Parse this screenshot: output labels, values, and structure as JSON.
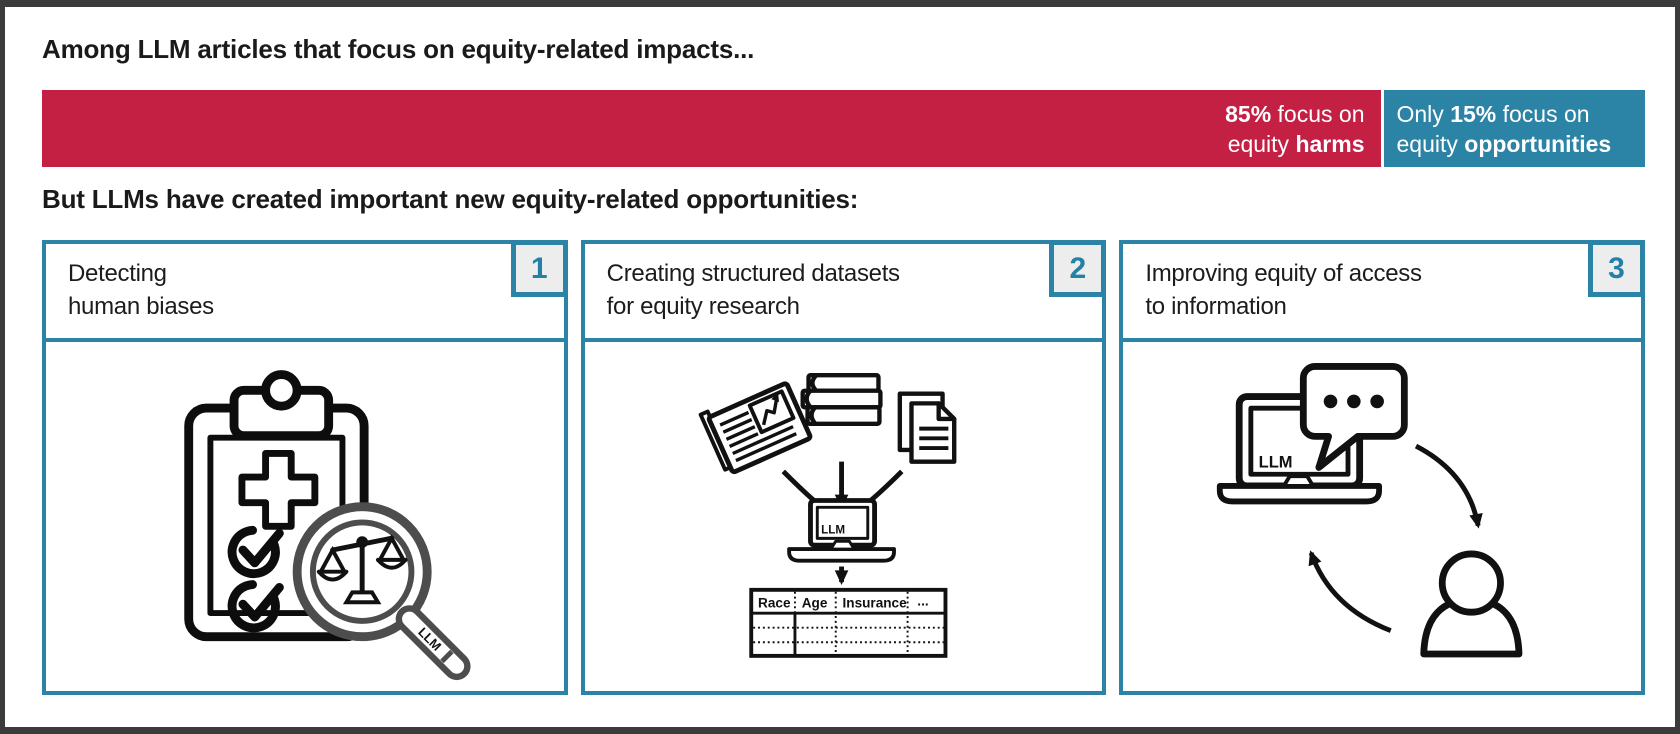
{
  "colors": {
    "accent_red": "#C32044",
    "accent_teal": "#2B84A6",
    "badge_background": "#EDEDED",
    "frame_border": "#3B3B3B",
    "magnifier_gray": "#4D4D4D"
  },
  "header": {
    "title": "Among LLM articles that focus on equity-related impacts..."
  },
  "bar": {
    "type": "stacked-bar",
    "harms": {
      "percent": 85,
      "value": "85%",
      "line1_rest": "focus on",
      "line2_start": "equity",
      "line2_bold": "harms"
    },
    "opportunities": {
      "percent": 15,
      "line1_start": "Only",
      "value": "15%",
      "line1_rest": "focus on",
      "line2_start": "equity",
      "line2_bold": "opportunities"
    }
  },
  "subheader": {
    "title": "But LLMs have created important new equity-related opportunities:"
  },
  "cards": [
    {
      "number": "1",
      "title_line1": "Detecting",
      "title_line2": "human biases",
      "icon": {
        "name": "clipboard-with-llm-magnifier",
        "magnifier_label": "LLM"
      }
    },
    {
      "number": "2",
      "title_line1": "Creating structured datasets",
      "title_line2": "for equity research",
      "icon": {
        "name": "sources-into-llm-into-table",
        "laptop_label": "LLM",
        "table_headers": [
          "Race",
          "Age",
          "Insurance",
          "..."
        ]
      }
    },
    {
      "number": "3",
      "title_line1": "Improving equity of access",
      "title_line2": "to information",
      "icon": {
        "name": "llm-chat-with-person",
        "laptop_label": "LLM"
      }
    }
  ]
}
